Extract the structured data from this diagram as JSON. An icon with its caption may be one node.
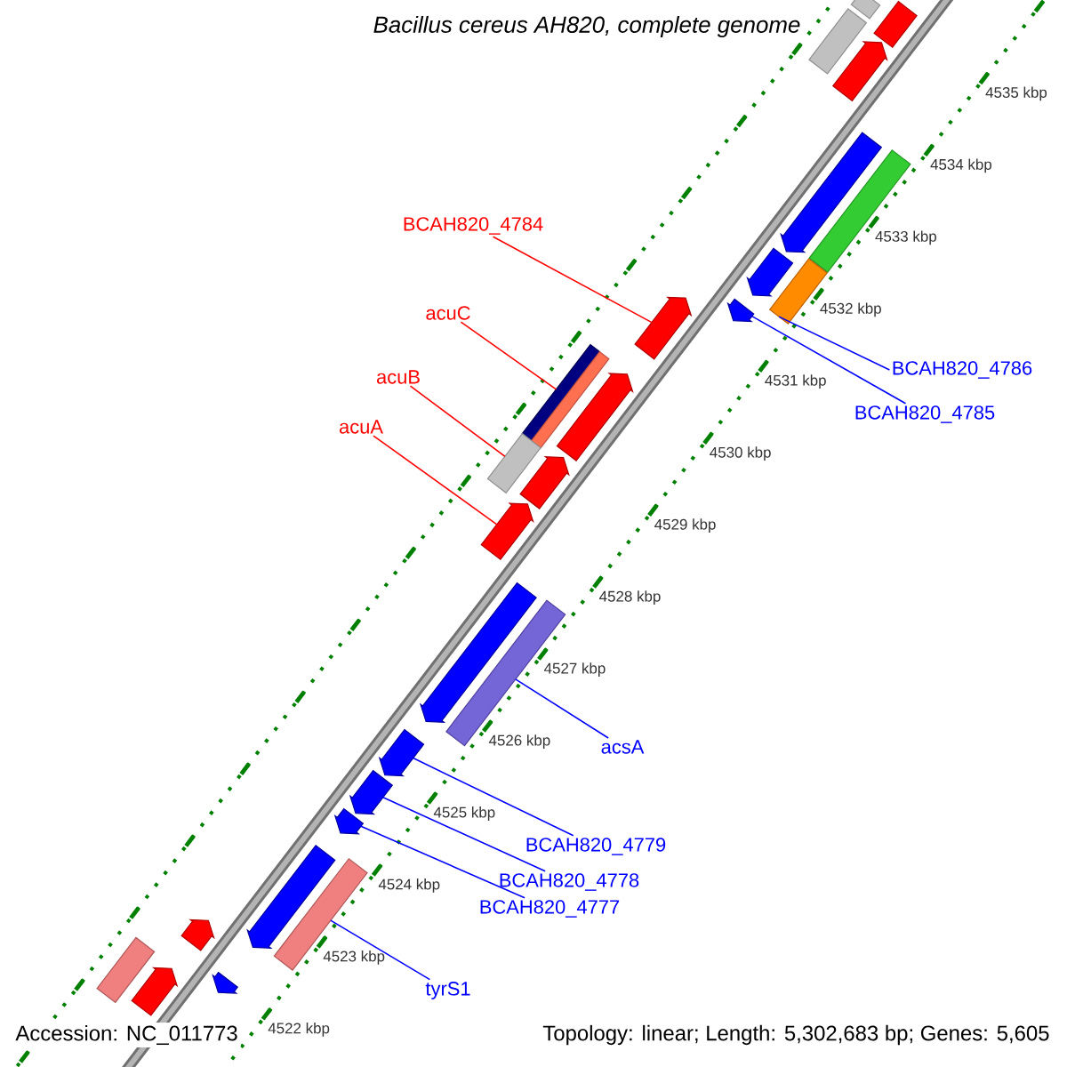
{
  "diagram": {
    "title": "Bacillus cereus AH820, complete genome",
    "nodes": [
      {
        "text": [
          "BCAH820_4784"
        ]
      },
      {
        "text": [
          "acuC"
        ]
      },
      {
        "text": [
          "acuB"
        ]
      },
      {
        "text": [
          "acuA"
        ]
      },
      {
        "text": [
          "BCAH820_4786"
        ]
      },
      {
        "text": [
          "BCAH820_4785"
        ]
      },
      {
        "text": [
          "acsA"
        ]
      },
      {
        "text": [
          "BCAH820_4779"
        ]
      },
      {
        "text": [
          "BCAH820_4778"
        ]
      },
      {
        "text": [
          "BCAH820_4777"
        ]
      },
      {
        "text": [
          "tyrS1"
        ]
      },
      {
        "text": [],
        "shape": "bar"
      },
      {
        "text": [],
        "shape": "bar"
      },
      {
        "text": [],
        "shape": "bar"
      },
      {
        "text": [],
        "shape": "arrow"
      },
      {
        "text": [],
        "shape": "arrow"
      },
      {
        "text": [],
        "shape": "bar"
      },
      {
        "text": [],
        "shape": "arrow"
      },
      {
        "text": [],
        "shape": "bar"
      },
      {
        "text": [],
        "shape": "arrow"
      },
      {
        "text": [],
        "shape": "arrow"
      },
      {
        "text": [],
        "shape": "bar"
      },
      {
        "text": [],
        "shape": "bar"
      },
      {
        "text": [],
        "shape": "arrow"
      },
      {
        "text": [],
        "shape": "bar"
      },
      {
        "text": [],
        "shape": "arrow"
      },
      {
        "text": [],
        "shape": "arrow"
      },
      {
        "text": [],
        "shape": "arrow"
      },
      {
        "text": [],
        "shape": "bar"
      },
      {
        "text": [],
        "shape": "arrow"
      },
      {
        "text": [],
        "shape": "arrow"
      },
      {
        "text": [],
        "shape": "arrow"
      },
      {
        "text": [],
        "shape": "arrow"
      },
      {
        "text": [],
        "shape": "bar"
      },
      {
        "text": [],
        "shape": "arrow"
      },
      {
        "text": [],
        "shape": "arrow"
      },
      {
        "text": [],
        "shape": "arrow"
      },
      {
        "text": [],
        "shape": "bar"
      }
    ],
    "edges": [
      {
        "from": 0,
        "to": 20,
        "arrow": "none",
        "color": "#ff0000"
      },
      {
        "from": 1,
        "to": 21,
        "arrow": "none",
        "color": "#ff0000"
      },
      {
        "from": 2,
        "to": 24,
        "arrow": "none",
        "color": "#ff0000"
      },
      {
        "from": 3,
        "to": 26,
        "arrow": "none",
        "color": "#ff0000"
      },
      {
        "from": 4,
        "to": 18,
        "arrow": "none"
      },
      {
        "from": 5,
        "to": 19,
        "arrow": "none"
      },
      {
        "from": 6,
        "to": 28,
        "arrow": "none"
      },
      {
        "from": 7,
        "to": 29,
        "arrow": "none"
      },
      {
        "from": 8,
        "to": 30,
        "arrow": "none"
      },
      {
        "from": 9,
        "to": 31,
        "arrow": "none"
      },
      {
        "from": 10,
        "to": 33,
        "arrow": "none"
      }
    ],
    "labels": [
      "4535 kbp",
      "4534 kbp",
      "4533 kbp",
      "4532 kbp",
      "4531 kbp",
      "4530 kbp",
      "4529 kbp",
      "4528 kbp",
      "4527 kbp",
      "4526 kbp",
      "4525 kbp",
      "4524 kbp",
      "4523 kbp",
      "4522 kbp",
      "Accession: NC_011773",
      "Topology: linear; Length: 5,302,683 bp; Genes: 5,605"
    ]
  }
}
